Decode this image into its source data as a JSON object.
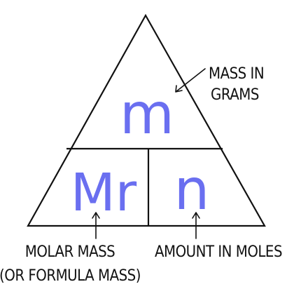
{
  "colors": {
    "variable": "#6a6ff0",
    "ink": "#111111",
    "background": "#ffffff"
  },
  "variables": {
    "top": "m",
    "bottom_left": "Mr",
    "bottom_right": "n"
  },
  "labels": {
    "mass_line1": "MASS IN",
    "mass_line2": "GRAMS",
    "molar_line1": "MOLAR MASS",
    "molar_line2": "(OR FORMULA MASS)",
    "moles": "AMOUNT IN MOLES"
  }
}
